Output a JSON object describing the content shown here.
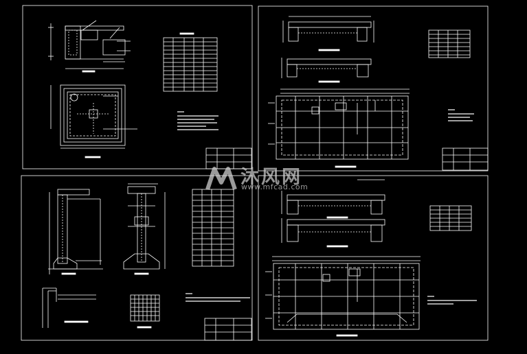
{
  "document": {
    "type": "CAD drawing sheet set",
    "sheet_count": 4,
    "background_color": "#000000",
    "line_color": "#ffffff",
    "sheets": [
      {
        "id": "top-left",
        "content": [
          "elevation section detail",
          "plan view with square pool",
          "reinforcement table",
          "notes text block",
          "title block"
        ]
      },
      {
        "id": "top-right",
        "content": [
          "upper beam section",
          "lower beam section",
          "large plan view with grid and dimension lines",
          "reinforcement table",
          "notes text block",
          "title block"
        ]
      },
      {
        "id": "bottom-left",
        "content": [
          "wall section detail",
          "column section detail",
          "small corner detail",
          "bar layout mesh square",
          "reinforcement table",
          "notes text block",
          "title block"
        ]
      },
      {
        "id": "bottom-right",
        "content": [
          "upper beam section",
          "lower beam section",
          "large plan view with grid and dimension lines",
          "reinforcement table",
          "notes text block"
        ]
      }
    ]
  },
  "watermark": {
    "brand": "沐风网",
    "url": "www.mfcad.com",
    "color": "#cccccc"
  }
}
